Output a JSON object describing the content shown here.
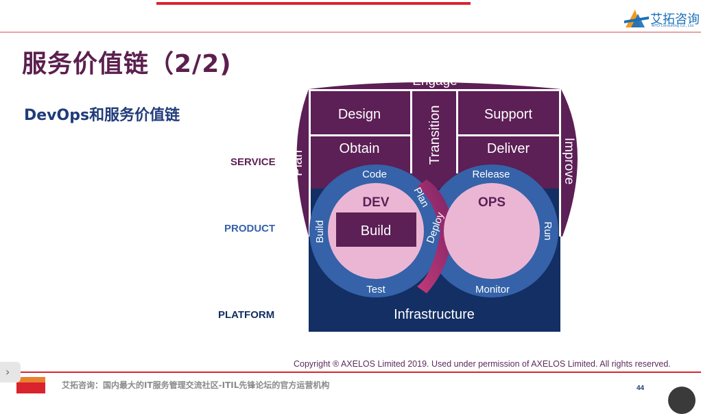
{
  "slide": {
    "title": "服务价值链（2/2)",
    "subtitle": "DevOps和服务价值链",
    "levels": {
      "service": "SERVICE",
      "product": "PRODUCT",
      "platform": "PLATFORM"
    },
    "copyright": "Copyright ® AXELOS Limited 2019. Used under permission of AXELOS Limited. All rights reserved.",
    "footer": "艾拓咨询：国内最大的IT服务管理交流社区-ITIL先锋论坛的官方运营机构",
    "page_number": "44"
  },
  "logo": {
    "name": "艾拓咨询",
    "tagline": "AITO Consulting Co., Ltd."
  },
  "diagram": {
    "engage": "Engage",
    "design": "Design",
    "support": "Support",
    "transition": "Transition",
    "obtain": "Obtain",
    "deliver": "Deliver",
    "plan_side": "Plan",
    "improve": "Improve",
    "infinity": {
      "code": "Code",
      "plan": "Plan",
      "release": "Release",
      "build_ring": "Build",
      "deploy": "Deploy",
      "run": "Run",
      "test": "Test",
      "monitor": "Monitor",
      "dev": "DEV",
      "ops": "OPS",
      "build_box": "Build"
    },
    "infrastructure": "Infrastructure"
  },
  "colors": {
    "purple": "#5c1f56",
    "navy": "#132f63",
    "ring_blue": "#3562a8",
    "pink": "#ebb6d4",
    "magenta": "#b52a74"
  }
}
